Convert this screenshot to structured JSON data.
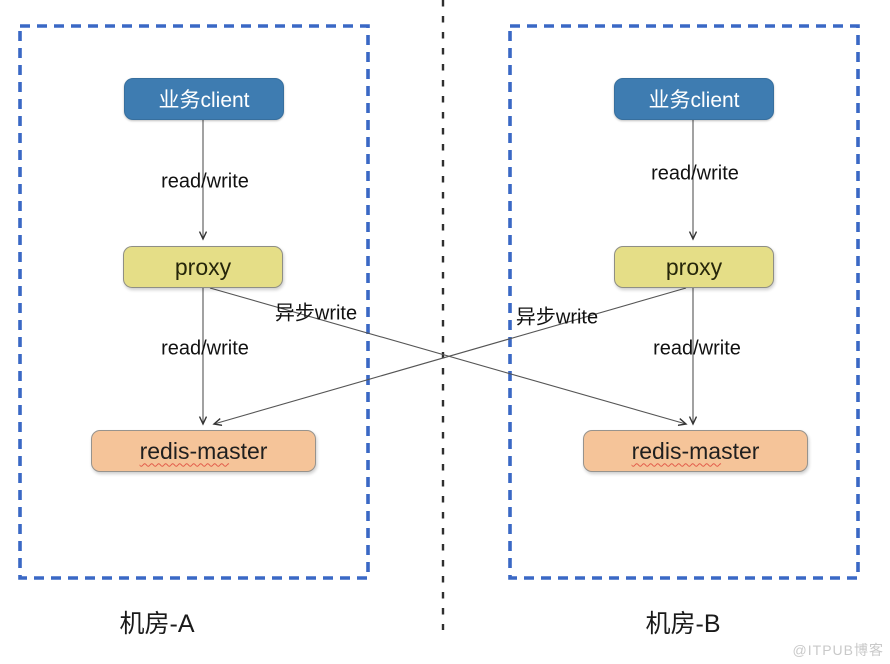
{
  "datacenters": [
    {
      "name": "机房-A",
      "nodes": {
        "client": "业务client",
        "proxy": "proxy",
        "redis_wavy": "redis-ma",
        "redis_rest": "ster"
      },
      "edges": {
        "client_to_proxy": "read/write",
        "proxy_to_redis": "read/write",
        "cross_async_write": "异步write"
      }
    },
    {
      "name": "机房-B",
      "nodes": {
        "client": "业务client",
        "proxy": "proxy",
        "redis_wavy": "redis-ma",
        "redis_rest": "ster"
      },
      "edges": {
        "client_to_proxy": "read/write",
        "proxy_to_redis": "read/write",
        "cross_async_write": "异步write"
      }
    }
  ],
  "watermark": "@ITPUB博客",
  "colors": {
    "client_box": "#3e7cb1",
    "proxy_box": "#e5de87",
    "redis_box": "#f5c499",
    "datacenter_border": "#3a68c5",
    "divider": "#2f2f2f",
    "arrow": "#4f4f4f",
    "spellcheck_underline": "#e25c4a",
    "watermark_text": "#c9c9c9"
  }
}
